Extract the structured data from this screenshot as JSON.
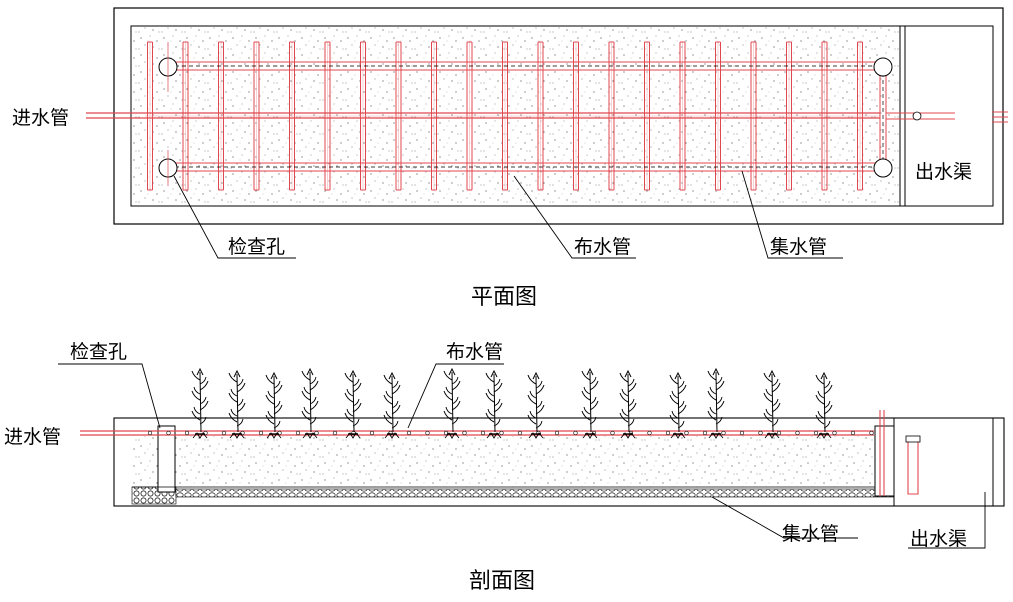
{
  "plan": {
    "title": "平面图",
    "labels": {
      "inlet": "进水管",
      "inspection": "检查孔",
      "distribution": "布水管",
      "collection": "集水管",
      "outlet": "出水渠"
    }
  },
  "section": {
    "title": "剖面图",
    "labels": {
      "inspection": "检查孔",
      "distribution": "布水管",
      "inlet": "进水管",
      "collection": "集水管",
      "outlet": "出水渠"
    }
  },
  "colors": {
    "line": "#000000",
    "pipe": "#e0484f",
    "pipe_light": "#f2a0a4",
    "fill_dots": "#555555"
  }
}
